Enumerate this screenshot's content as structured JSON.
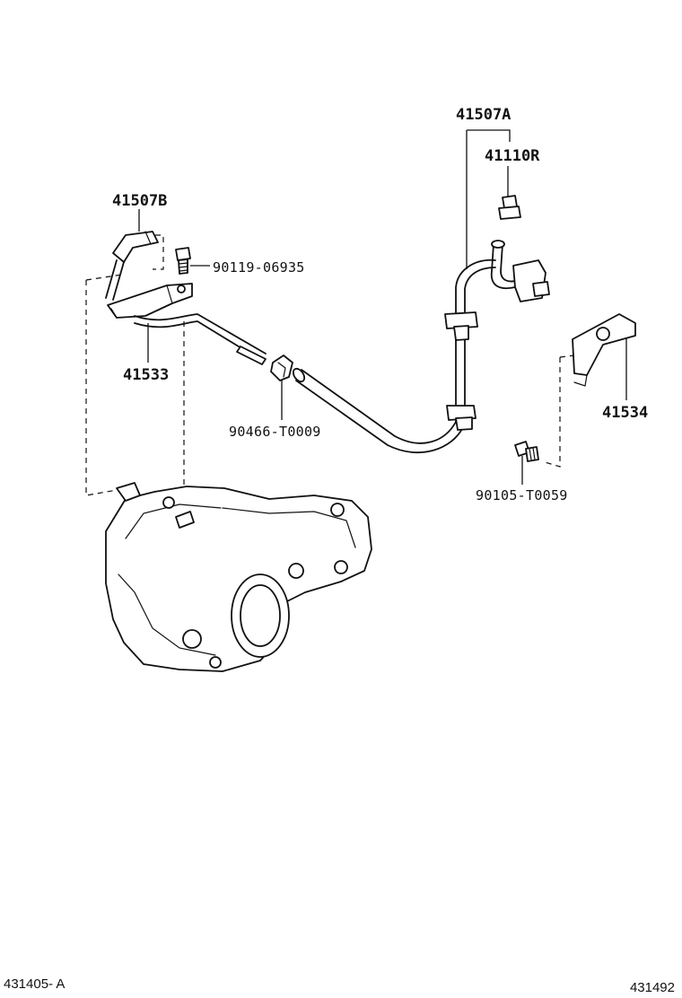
{
  "diagram": {
    "parts": [
      {
        "id": "p41507A",
        "label": "41507A"
      },
      {
        "id": "p41110R",
        "label": "41110R"
      },
      {
        "id": "p41507B",
        "label": "41507B"
      },
      {
        "id": "p9011906935",
        "label": "90119-06935"
      },
      {
        "id": "p41533",
        "label": "41533"
      },
      {
        "id": "p90466T0009",
        "label": "90466-T0009"
      },
      {
        "id": "p41534",
        "label": "41534"
      },
      {
        "id": "p90105T0059",
        "label": "90105-T0059"
      }
    ],
    "footer": {
      "left_code": "431405- A",
      "right_code": "431492"
    }
  }
}
